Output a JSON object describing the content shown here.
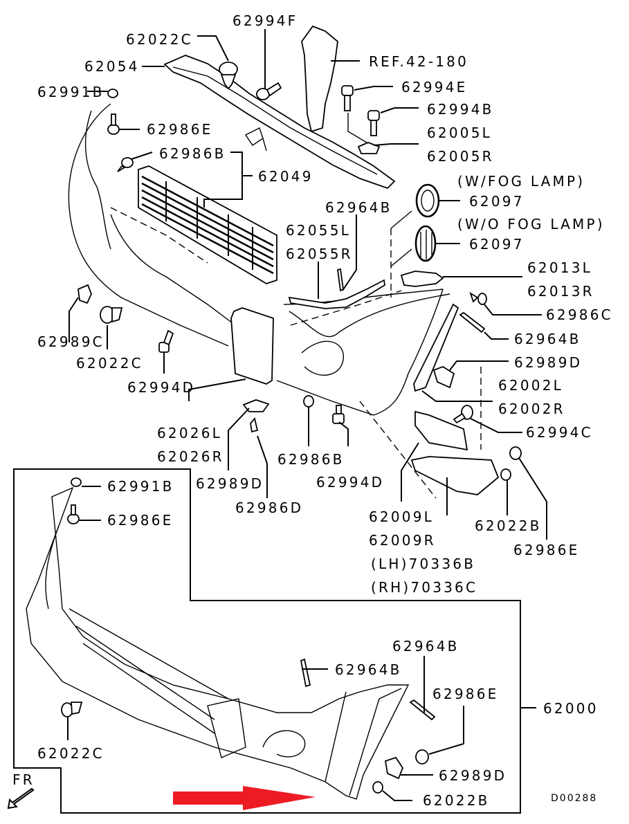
{
  "diagram": {
    "title": "Front bumper assembly parts diagram",
    "drawing_code": "D00288",
    "direction_label": "FR",
    "highlight_arrow_color": "#ed1c24",
    "callouts": {
      "c62994F": "62994F",
      "c62022C_top": "62022C",
      "c62054": "62054",
      "cREF": "REF.42-180",
      "c62991B_top": "62991B",
      "c62994E": "62994E",
      "c62994B": "62994B",
      "c62986E_top": "62986E",
      "c62005L": "62005L",
      "c62005R": "62005R",
      "c62986B_top": "62986B",
      "c62049": "62049",
      "fog_with": "(W/FOG LAMP)",
      "c62097_with": "62097",
      "c62964B_top": "62964B",
      "fog_without": "(W/O FOG LAMP)",
      "c62055L": "62055L",
      "c62097_without": "62097",
      "c62055R": "62055R",
      "c62013L": "62013L",
      "c62013R": "62013R",
      "c62986C": "62986C",
      "c62989C": "62989C",
      "c62964B_right": "62964B",
      "c62022C_mid": "62022C",
      "c62989D_right": "62989D",
      "c62994D_left": "62994D",
      "c62002L": "62002L",
      "c62002R": "62002R",
      "c62026L": "62026L",
      "c62994C": "62994C",
      "c62026R": "62026R",
      "c62986B_mid": "62986B",
      "c62989D_mid": "62989D",
      "c62994D_mid": "62994D",
      "c62986D": "62986D",
      "c62991B_box": "62991B",
      "c62009L": "62009L",
      "c62022B_right": "62022B",
      "c62986E_box": "62986E",
      "c62009R": "62009R",
      "c62986E_right": "62986E",
      "c70336B": "(LH)70336B",
      "c70336C": "(RH)70336C",
      "c62964B_box1": "62964B",
      "c62964B_box2": "62964B",
      "c62986E_box2": "62986E",
      "c62000": "62000",
      "c62022C_box": "62022C",
      "c62989D_box": "62989D",
      "c62022B_box": "62022B"
    }
  }
}
